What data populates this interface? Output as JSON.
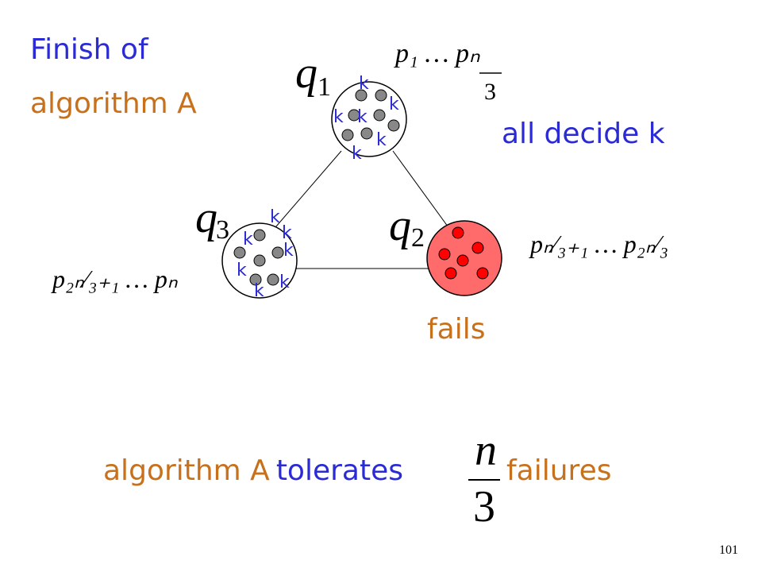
{
  "title": {
    "line1": "Finish of",
    "line2": "algorithm A"
  },
  "all_decide": "all decide k",
  "fails": "fails",
  "bottom": {
    "part1": "algorithm A",
    "part2": "tolerates",
    "failures": "failures"
  },
  "page_number": "101",
  "decision_value": "k",
  "groups": {
    "q1": {
      "name": "q",
      "sub": "1",
      "range_num": "p₁ … pₙ",
      "range_den": "3"
    },
    "q2": {
      "name": "q",
      "sub": "2",
      "range_num": "pₙ⁄₃₊₁ … p₂ₙ⁄₃"
    },
    "q3": {
      "name": "q",
      "sub": "3",
      "range_num": "p₂ₙ⁄₃₊₁ … pₙ"
    }
  },
  "fraction": {
    "num": "n",
    "den": "3"
  },
  "colors": {
    "blue": "#2b2bd6",
    "orange": "#c8711c",
    "node_gray": "#888888",
    "failed_red": "#ff0000",
    "failed_fill": "#ff6b6b"
  }
}
